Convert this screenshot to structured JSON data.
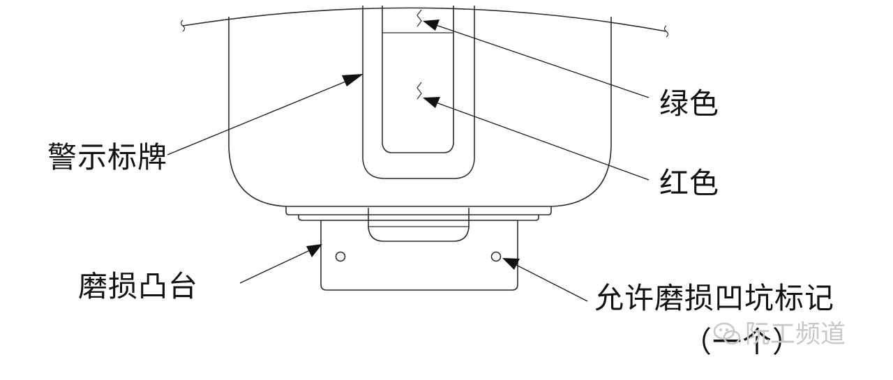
{
  "labels": {
    "warning_sign": "警示标牌",
    "green": "绿色",
    "red": "红色",
    "wear_boss": "磨损凸台",
    "allowed_wear_mark": "允许磨损凹坑标记",
    "allowed_wear_mark_count": "（一个）"
  },
  "watermark": {
    "text": "阮工频道",
    "icon": "wechat-icon"
  },
  "colors": {
    "line": "#2b2b2b",
    "text": "#111111",
    "background": "#ffffff",
    "watermark": "#c8c8c8"
  }
}
